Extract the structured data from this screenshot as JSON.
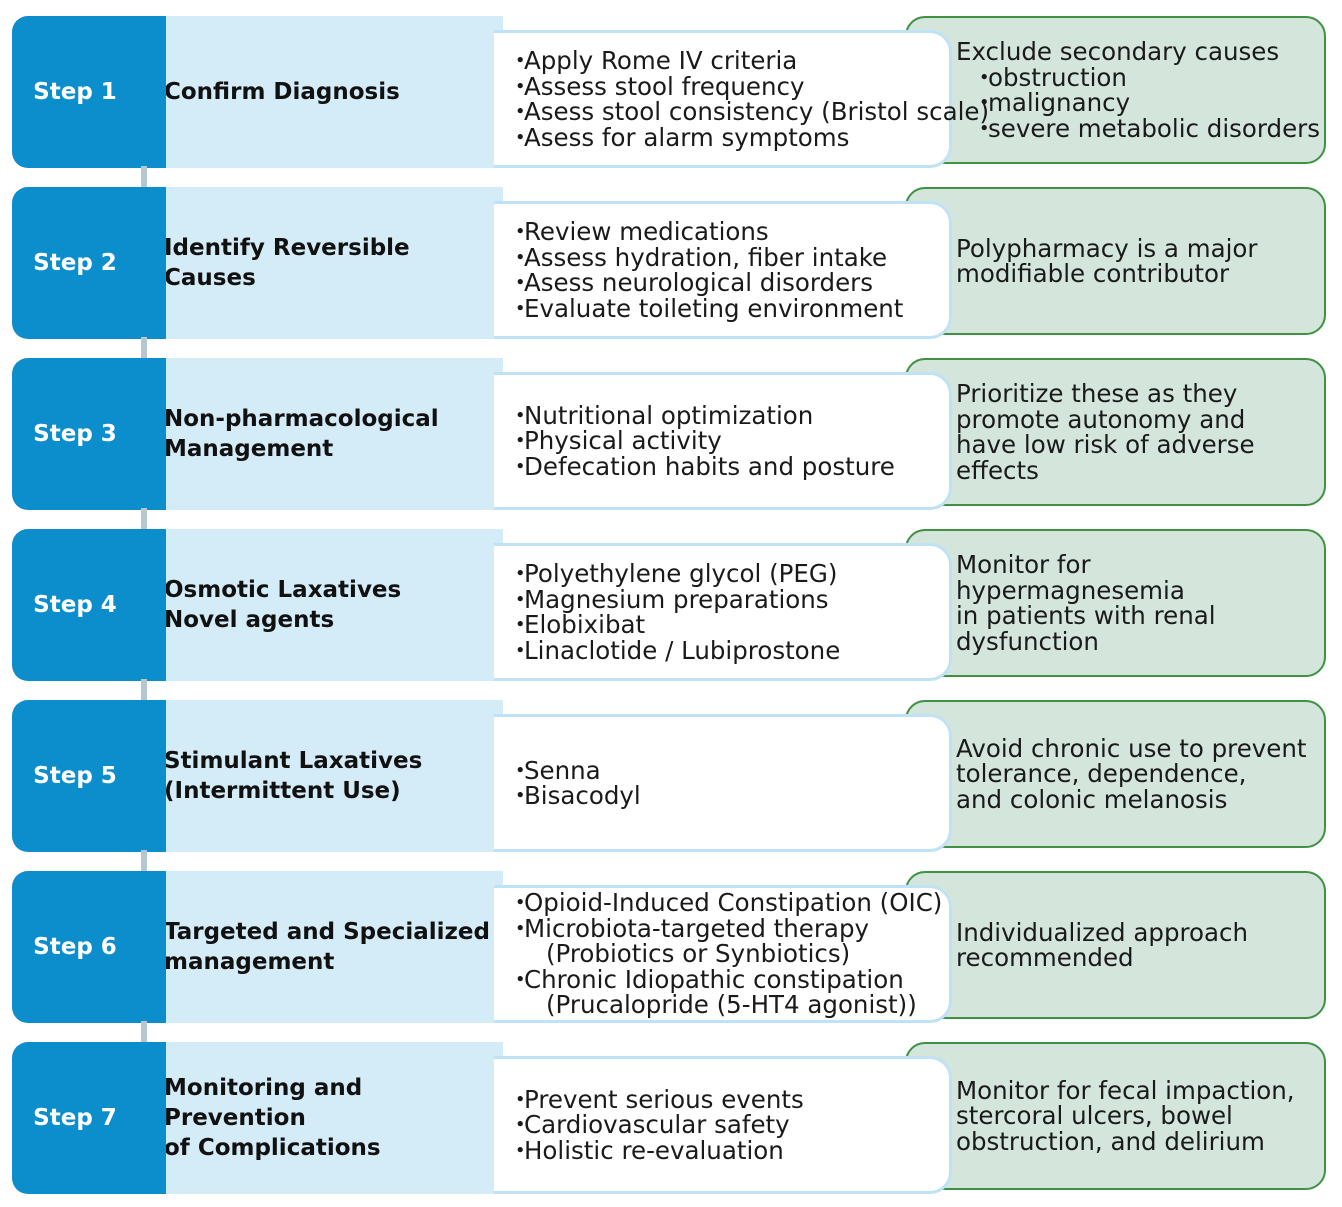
{
  "steps": [
    {
      "label": "Step 1",
      "title": [
        "Confirm Diagnosis"
      ],
      "details": [
        {
          "text": "Apply Rome IV criteria",
          "bullet": true
        },
        {
          "text": "Assess stool frequency",
          "bullet": true
        },
        {
          "text": "Asess stool consistency (Bristol scale)",
          "bullet": true
        },
        {
          "text": "Asess for alarm symptoms",
          "bullet": true
        }
      ],
      "note": [
        {
          "text": "Exclude secondary causes",
          "bullet": false
        },
        {
          "text": "obstruction",
          "bullet": true
        },
        {
          "text": "malignancy",
          "bullet": true
        },
        {
          "text": "severe metabolic disorders",
          "bullet": true
        }
      ]
    },
    {
      "label": "Step 2",
      "title": [
        "Identify Reversible Causes"
      ],
      "details": [
        {
          "text": "Review medications",
          "bullet": true
        },
        {
          "text": "Assess hydration, fiber intake",
          "bullet": true
        },
        {
          "text": "Asess  neurological disorders",
          "bullet": true
        },
        {
          "text": "Evaluate toileting environment",
          "bullet": true
        }
      ],
      "note": [
        {
          "text": "Polypharmacy is a major",
          "bullet": false
        },
        {
          "text": "modifiable contributor",
          "bullet": false
        }
      ]
    },
    {
      "label": "Step 3",
      "title": [
        "Non-pharmacological",
        "Management"
      ],
      "details": [
        {
          "text": "Nutritional optimization",
          "bullet": true
        },
        {
          "text": "Physical activity",
          "bullet": true
        },
        {
          "text": "Defecation habits and posture",
          "bullet": true
        }
      ],
      "note": [
        {
          "text": "Prioritize these as they",
          "bullet": false
        },
        {
          "text": "promote autonomy and",
          "bullet": false
        },
        {
          "text": "have low risk of adverse effects",
          "bullet": false
        }
      ]
    },
    {
      "label": "Step 4",
      "title": [
        "Osmotic Laxatives",
        "Novel agents"
      ],
      "details": [
        {
          "text": "Polyethylene glycol (PEG)",
          "bullet": true
        },
        {
          "text": "Magnesium preparations",
          "bullet": true
        },
        {
          "text": "Elobixibat",
          "bullet": true
        },
        {
          "text": "Linaclotide / Lubiprostone",
          "bullet": true
        }
      ],
      "note": [
        {
          "text": "Monitor for hypermagnesemia",
          "bullet": false
        },
        {
          "text": "in patients with renal",
          "bullet": false
        },
        {
          "text": "dysfunction",
          "bullet": false
        }
      ]
    },
    {
      "label": "Step 5",
      "title": [
        "Stimulant Laxatives",
        "(Intermittent Use)"
      ],
      "details": [
        {
          "text": "Senna",
          "bullet": true
        },
        {
          "text": "Bisacodyl",
          "bullet": true
        }
      ],
      "note": [
        {
          "text": "Avoid chronic use to prevent",
          "bullet": false
        },
        {
          "text": "tolerance, dependence,",
          "bullet": false
        },
        {
          "text": "and colonic melanosis",
          "bullet": false
        }
      ]
    },
    {
      "label": "Step 6",
      "title": [
        "Targeted and  Specialized",
        "management"
      ],
      "details": [
        {
          "text": "Opioid-Induced Constipation (OIC)",
          "bullet": true
        },
        {
          "text": "Microbiota-targeted therapy",
          "bullet": true
        },
        {
          "text": "(Probiotics or Synbiotics)",
          "bullet": false
        },
        {
          "text": "Chronic Idiopathic constipation",
          "bullet": true
        },
        {
          "text": "(Prucalopride (5-HT4 agonist))",
          "bullet": false
        }
      ],
      "note": [
        {
          "text": "Individualized approach",
          "bullet": false
        },
        {
          "text": "recommended",
          "bullet": false
        }
      ]
    },
    {
      "label": "Step 7",
      "title": [
        "Monitoring and Prevention",
        "of Complications"
      ],
      "details": [
        {
          "text": "Prevent serious events",
          "bullet": true
        },
        {
          "text": "Cardiovascular safety",
          "bullet": true
        },
        {
          "text": "Holistic re-evaluation",
          "bullet": true
        }
      ],
      "note": [
        {
          "text": "Monitor for fecal impaction,",
          "bullet": false
        },
        {
          "text": "stercoral ulcers, bowel",
          "bullet": false
        },
        {
          "text": "obstruction, and delirium",
          "bullet": false
        }
      ]
    }
  ],
  "colors": {
    "step_blue": "#0c8dcc",
    "title_fill": "#d3ecf8",
    "detail_border": "#bfe3f4",
    "note_fill": "#d4e5dc",
    "note_border": "#3f9143",
    "arrow": "#b5c7cf"
  }
}
